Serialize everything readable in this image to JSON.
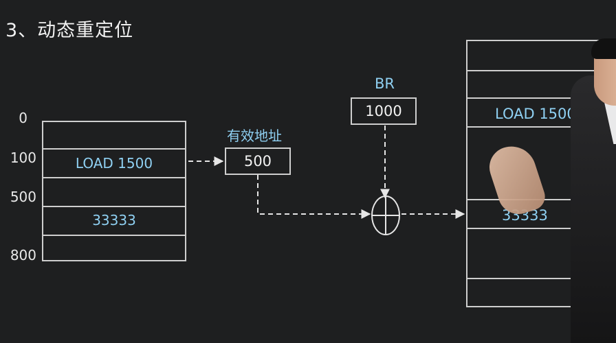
{
  "title": "3、动态重定位",
  "left_memory": {
    "addresses": [
      "0",
      "100",
      "500",
      "800"
    ],
    "cells": [
      "LOAD 1500",
      "33333"
    ]
  },
  "effective_address": {
    "label": "有效地址",
    "value": "500"
  },
  "base_register": {
    "label": "BR",
    "value": "1000"
  },
  "right_memory": {
    "cells": [
      "LOAD 1500",
      "33333"
    ]
  },
  "colors": {
    "background": "#1e1f20",
    "accent_text": "#8fd0f2",
    "line": "#cfcfcf"
  }
}
